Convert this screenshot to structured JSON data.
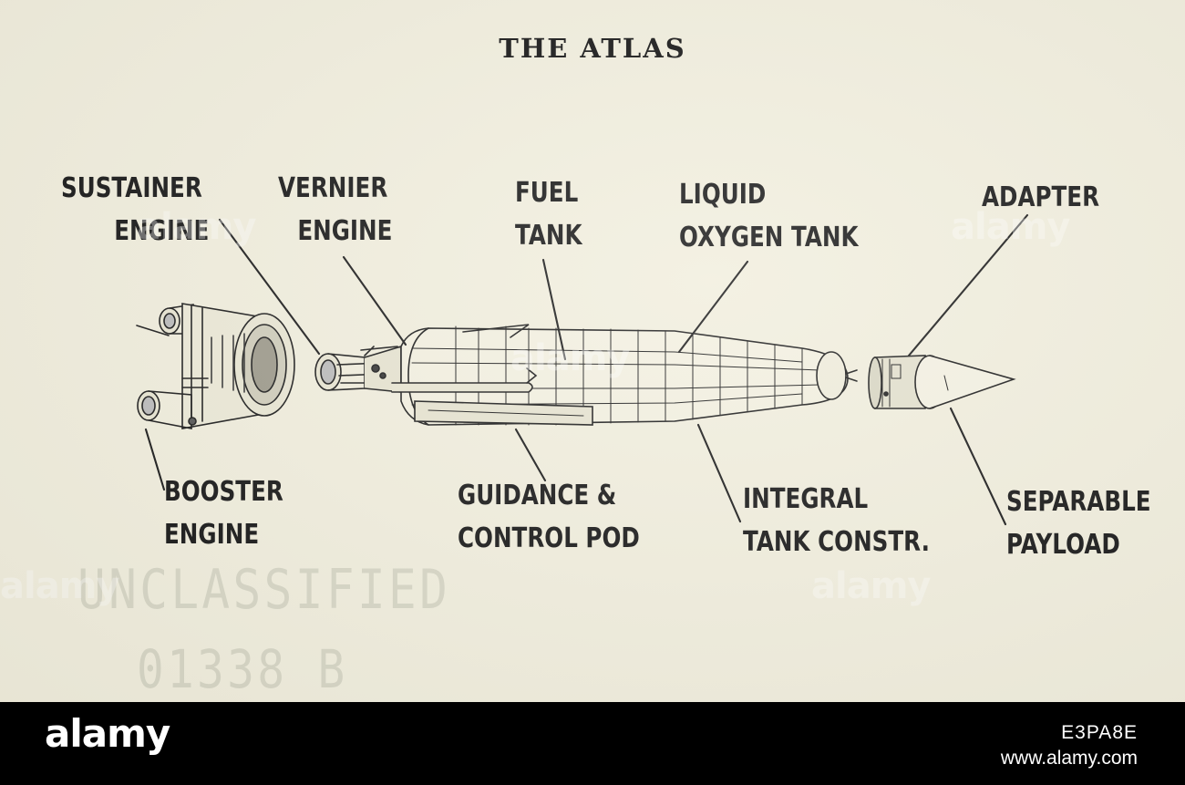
{
  "title": "THE ATLAS",
  "labels": {
    "sustainer_engine": [
      "SUSTAINER",
      "ENGINE"
    ],
    "vernier_engine": [
      "VERNIER",
      "ENGINE"
    ],
    "fuel_tank": [
      "FUEL",
      "TANK"
    ],
    "liquid_oxygen_tank": [
      "LIQUID",
      "OXYGEN TANK"
    ],
    "adapter": [
      "ADAPTER"
    ],
    "booster_engine": [
      "BOOSTER",
      "ENGINE"
    ],
    "guidance_control_pod": [
      "GUIDANCE &",
      "CONTROL POD"
    ],
    "integral_tank_constr": [
      "INTEGRAL",
      "TANK CONSTR."
    ],
    "separable_payload": [
      "SEPARABLE",
      "PAYLOAD"
    ]
  },
  "stamp": {
    "line1": "UNCLASSIFIED",
    "line2": "01338 B"
  },
  "watermark": {
    "brand": "alamy",
    "image_id": "E3PA8E",
    "site": "www.alamy.com"
  },
  "colors": {
    "paper": "#f1eedd",
    "ink": "#161616",
    "footer": "#000000"
  }
}
